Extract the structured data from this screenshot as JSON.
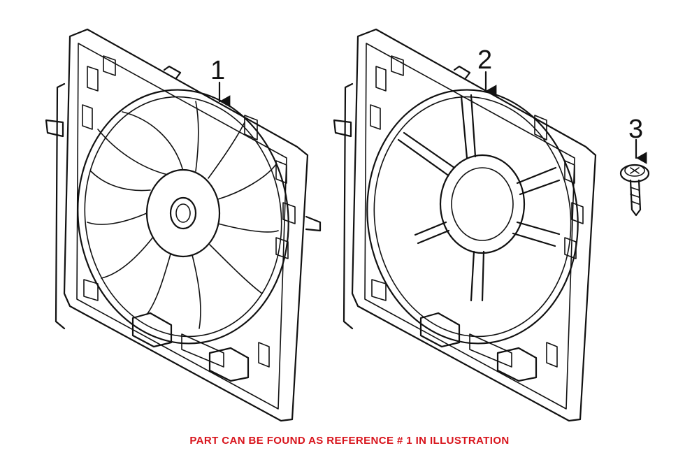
{
  "diagram": {
    "callouts": [
      {
        "label": "1"
      },
      {
        "label": "2"
      },
      {
        "label": "3"
      }
    ],
    "caption": "PART CAN BE FOUND AS REFERENCE # 1 IN ILLUSTRATION",
    "colors": {
      "caption": "#d8141c",
      "line": "#111111",
      "background": "#ffffff"
    }
  }
}
